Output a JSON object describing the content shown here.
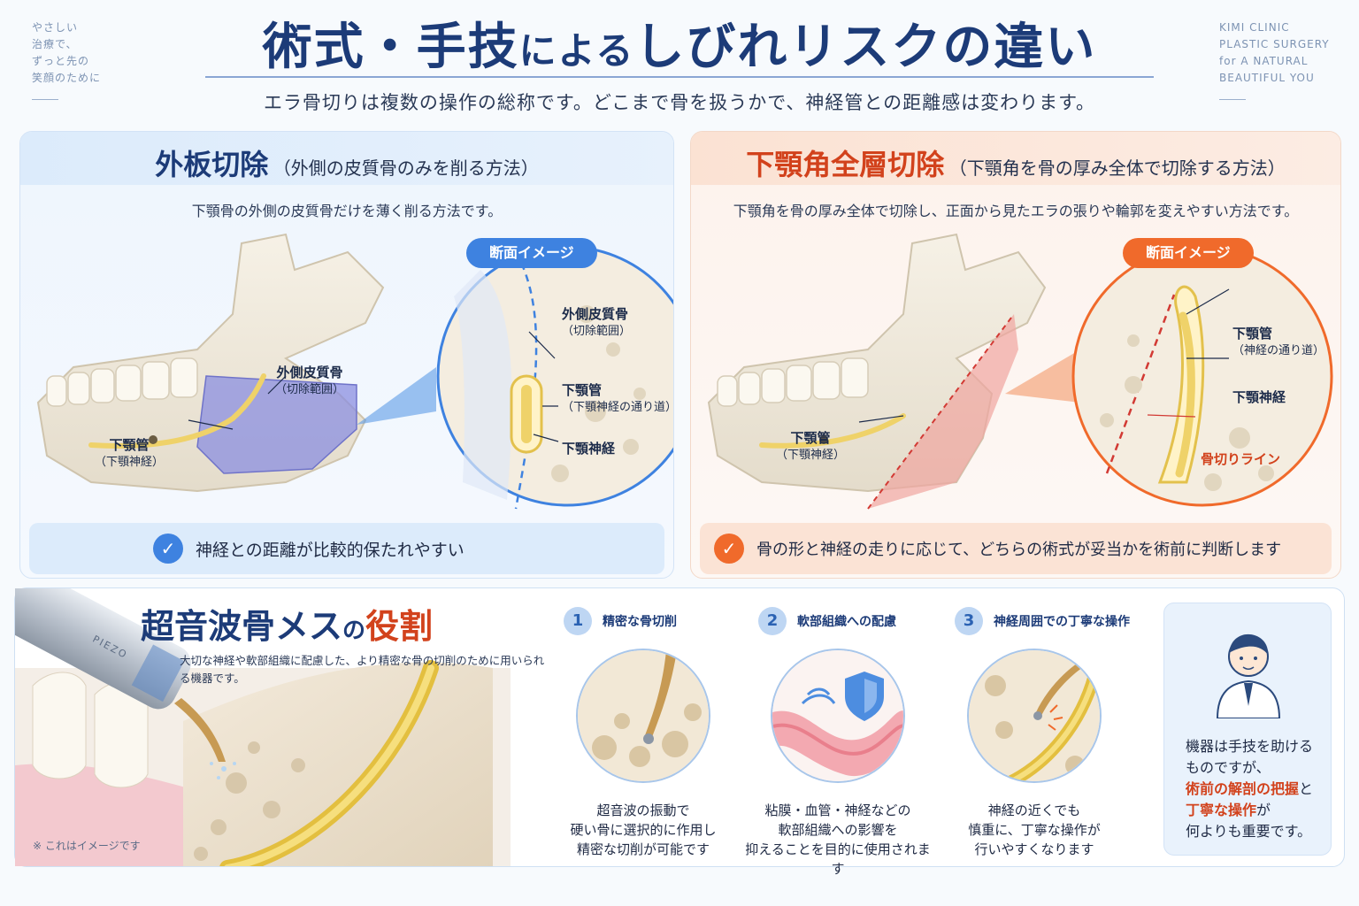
{
  "header": {
    "tagline_left": [
      "やさしい",
      "治療で、",
      "ずっと先の",
      "笑顔のために"
    ],
    "tagline_right": [
      "KIMI CLINIC",
      "PLASTIC SURGERY",
      "for A NATURAL",
      "BEAUTIFUL YOU"
    ],
    "title_part1": "術式・手技",
    "title_part2": "による",
    "title_part3": "しびれリスクの違い",
    "subtitle": "エラ骨切りは複数の操作の総称です。どこまで骨を扱うかで、神経管との距離感は変わります。"
  },
  "left_panel": {
    "title": "外板切除",
    "title_paren": "（外側の皮質骨のみを削る方法）",
    "desc": "下顎骨の外側の皮質骨だけを薄く削る方法です。",
    "badge": "断面イメージ",
    "jaw_label_main": "外側皮質骨",
    "jaw_label_sub": "（切除範囲）",
    "jaw_canal_main": "下顎管",
    "jaw_canal_sub": "（下顎神経）",
    "circle_label1_main": "外側皮質骨",
    "circle_label1_sub": "（切除範囲）",
    "circle_label2_main": "下顎管",
    "circle_label2_sub": "（下顎神経の通り道）",
    "circle_label3": "下顎神経",
    "check_text": "神経との距離が比較的保たれやすい",
    "accent_color": "#3e82e0"
  },
  "right_panel": {
    "title": "下顎角全層切除",
    "title_paren": "（下顎角を骨の厚み全体で切除する方法）",
    "desc": "下顎角を骨の厚み全体で切除し、正面から見たエラの張りや輪郭を変えやすい方法です。",
    "badge": "断面イメージ",
    "jaw_canal_main": "下顎管",
    "jaw_canal_sub": "（下顎神経）",
    "circle_label1_main": "下顎管",
    "circle_label1_sub": "（神経の通り道）",
    "circle_label2": "下顎神経",
    "circle_label3": "骨切りライン",
    "check_text": "骨の形と神経の走りに応じて、どちらの術式が妥当かを術前に判断します",
    "accent_color": "#f06a2b"
  },
  "bottom": {
    "title_part1": "超音波骨メス",
    "title_part2": "の",
    "title_part3": "役割",
    "desc": "大切な神経や軟部組織に配慮した、より精密な骨の切削のために用いられる機器です。",
    "device_label": "PIEZO",
    "note": "※ これはイメージです",
    "steps": [
      {
        "num": "1",
        "title": "精密な骨切削",
        "text": [
          "超音波の振動で",
          "硬い骨に選択的に作用し",
          "精密な切削が可能です"
        ]
      },
      {
        "num": "2",
        "title": "軟部組織への配慮",
        "text": [
          "粘膜・血管・神経などの",
          "軟部組織への影響を",
          "抑えることを目的に使用されます"
        ]
      },
      {
        "num": "3",
        "title": "神経周囲での丁寧な操作",
        "text": [
          "神経の近くでも",
          "慎重に、丁寧な操作が",
          "行いやすくなります"
        ]
      }
    ],
    "doctor": {
      "line1": "機器は手技を助ける",
      "line2": "ものですが、",
      "hl1": "術前の解剖の把握",
      "mid": "と",
      "hl2": "丁寧な操作",
      "line4": "が",
      "line5": "何よりも重要です。"
    }
  }
}
